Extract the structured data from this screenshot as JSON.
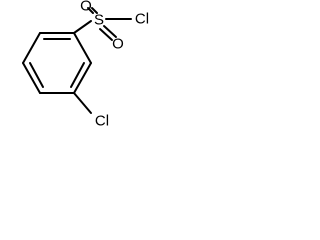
{
  "molecule": {
    "atoms": {
      "sulfur": "S",
      "oxygen_top": "O",
      "oxygen_bottom": "O",
      "chlorine_sulfonyl": "Cl",
      "chlorine_ring": "Cl"
    },
    "colors": {
      "bond": "#000000",
      "label": "#000000",
      "background": "#ffffff"
    }
  }
}
